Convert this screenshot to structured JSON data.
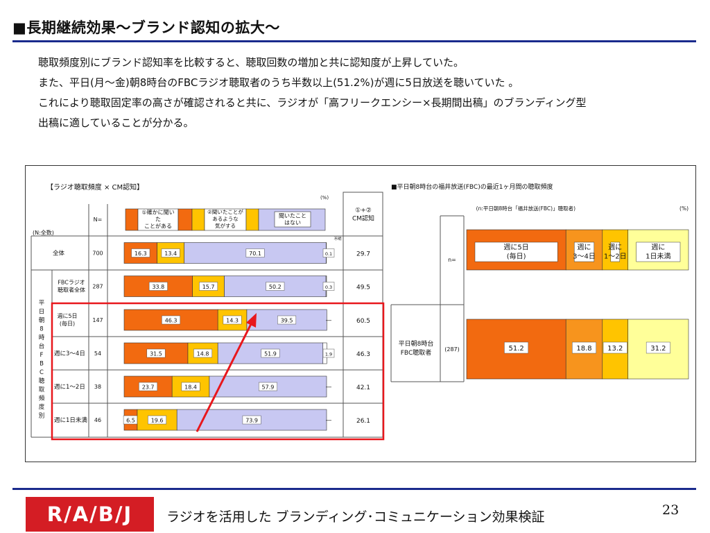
{
  "slide": {
    "title": "■長期継続効果～ブランド認知の拡大～",
    "description": [
      "聴取頻度別にブランド認知率を比較すると、聴取回数の増加と共に認知度が上昇していた。",
      "また、平日(月～金)朝8時台のFBCラジオ聴取者のうち半数以上(51.2%)が週に5日放送を聴いていた 。",
      "これにより聴取固定率の高さが確認されると共に、ラジオが「高フリークエンシー×長期間出稿」のブランディング型",
      "出稿に適していることが分かる。"
    ],
    "footer_logo": "R/A/B/J",
    "footer_text": "ラジオを活用した ブランディング･コミュニケーション効果検証",
    "page_number": "23"
  },
  "colors": {
    "title_rule": "#1a2a8c",
    "s1": "#f26a10",
    "s2": "#ffc400",
    "s3": "#c8c8f2",
    "s4": "#ffffff",
    "w5": "#f26a10",
    "w34": "#f7941d",
    "w12": "#ffc400",
    "w1less": "#ffff99",
    "highlight": "#e8171c"
  },
  "chart_data": [
    {
      "type": "bar",
      "stacked": true,
      "orientation": "horizontal",
      "title": "【ラジオ聴取頻度 × CM認知】",
      "unit": "(%)",
      "row_group_label": "(N:全数)",
      "side_group_label": "平日朝8時台FBC聴取頻度別",
      "n_header": "N=",
      "cm_header": "①+② CM認知",
      "legend": [
        "①確かに聞いた ことがある",
        "②聞いたことが あるような 気がする",
        "聞いたこと はない",
        "不明"
      ],
      "categories": [
        "全体",
        "FBCラジオ 聴取者全体",
        "週に5日 (毎日)",
        "週に3～4日",
        "週に1～2日",
        "週に1日未満"
      ],
      "n": [
        "700",
        "287",
        "147",
        "54",
        "38",
        "46"
      ],
      "series": [
        {
          "name": "①確かに聞いたことがある",
          "values": [
            16.3,
            33.8,
            46.3,
            31.5,
            23.7,
            6.5
          ],
          "labels": [
            "16.3",
            "33.8",
            "46.3",
            "31.5",
            "23.7",
            "6.5"
          ]
        },
        {
          "name": "②聞いたことがあるような気がする",
          "values": [
            13.4,
            15.7,
            14.3,
            14.8,
            18.4,
            19.6
          ],
          "labels": [
            "13.4",
            "15.7",
            "14.3",
            "14.8",
            "18.4",
            "19.6"
          ]
        },
        {
          "name": "聞いたことはない",
          "values": [
            70.1,
            50.2,
            39.5,
            51.9,
            57.9,
            73.9
          ],
          "labels": [
            "70.1",
            "50.2",
            "39.5",
            "51.9",
            "57.9",
            "73.9"
          ]
        },
        {
          "name": "不明",
          "values": [
            0.1,
            0.3,
            0,
            1.9,
            0,
            0
          ],
          "labels": [
            "0.1",
            "0.3",
            "―",
            "1.9",
            "―",
            "―"
          ]
        }
      ],
      "cm_recognition": [
        "29.7",
        "49.5",
        "60.5",
        "46.3",
        "42.1",
        "26.1"
      ],
      "xlim": [
        0,
        100
      ]
    },
    {
      "type": "bar",
      "stacked": true,
      "orientation": "horizontal",
      "title": "■平日朝8時台の福井放送(FBC)の最近1ヶ月間の聴取頻度",
      "subtitle": "(n:平日朝8時台「福井放送(FBC)」聴取者)",
      "unit": "(%)",
      "n_header": "n=",
      "categories": [
        "平日朝8時台 FBC聴取者"
      ],
      "n": [
        "(287)"
      ],
      "legend": [
        "週に5日 (毎日)",
        "週に 3～4日",
        "週に 1～2日",
        "週に 1日未満"
      ],
      "series": [
        {
          "name": "週に5日 (毎日)",
          "values": [
            51.2
          ],
          "labels": [
            "51.2"
          ]
        },
        {
          "name": "週に3～4日",
          "values": [
            18.8
          ],
          "labels": [
            "18.8"
          ]
        },
        {
          "name": "週に1～2日",
          "values": [
            13.2
          ],
          "labels": [
            "13.2"
          ]
        },
        {
          "name": "週に1日未満",
          "values": [
            31.2
          ],
          "labels": [
            "31.2"
          ]
        }
      ],
      "xlim": [
        0,
        114.4
      ]
    }
  ]
}
